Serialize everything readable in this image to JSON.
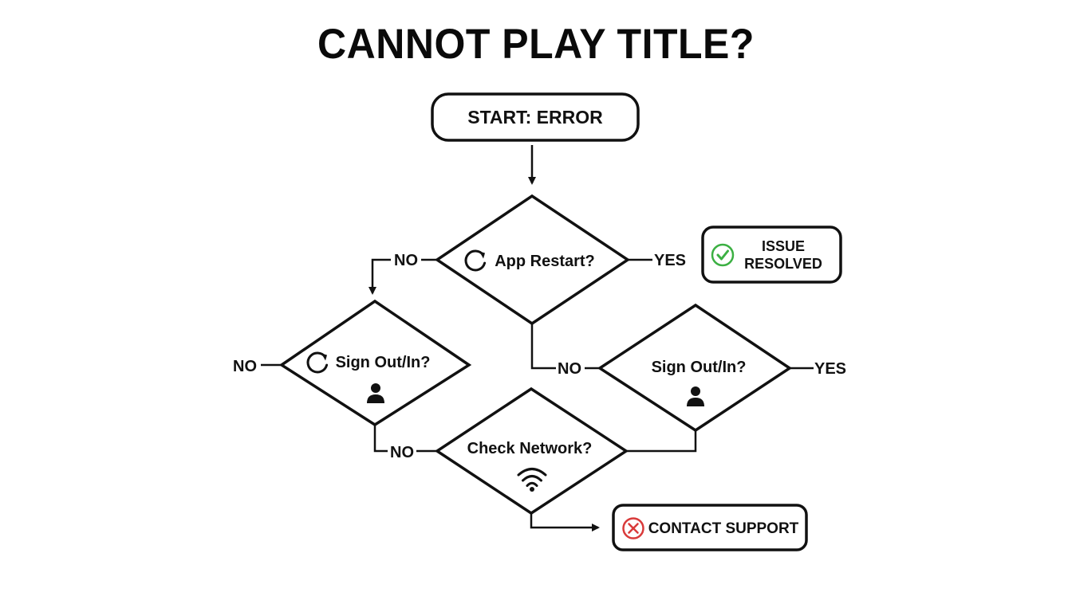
{
  "title": "CANNOT PLAY TITLE?",
  "colors": {
    "stroke": "#111111",
    "success": "#3cb043",
    "error": "#d93a3a",
    "background": "#ffffff"
  },
  "nodes": {
    "start": {
      "label": "START: ERROR"
    },
    "app_restart": {
      "label": "App Restart?",
      "icon": "refresh-icon"
    },
    "issue_resolved": {
      "line1": "ISSUE",
      "line2": "RESOLVED",
      "icon": "check-circle-icon"
    },
    "sign_out_in_left": {
      "label": "Sign Out/In?",
      "icon": "refresh-icon",
      "icon2": "user-icon"
    },
    "sign_out_in_right": {
      "label": "Sign Out/In?",
      "icon": "user-icon"
    },
    "check_network": {
      "label": "Check Network?",
      "icon": "wifi-icon"
    },
    "contact_support": {
      "label": "CONTACT SUPPORT",
      "icon": "x-circle-icon"
    }
  },
  "edge_labels": {
    "app_no": "NO",
    "app_yes": "YES",
    "left_no": "NO",
    "left_no_bottom": "NO",
    "mid_no": "NO",
    "right_yes": "YES"
  }
}
